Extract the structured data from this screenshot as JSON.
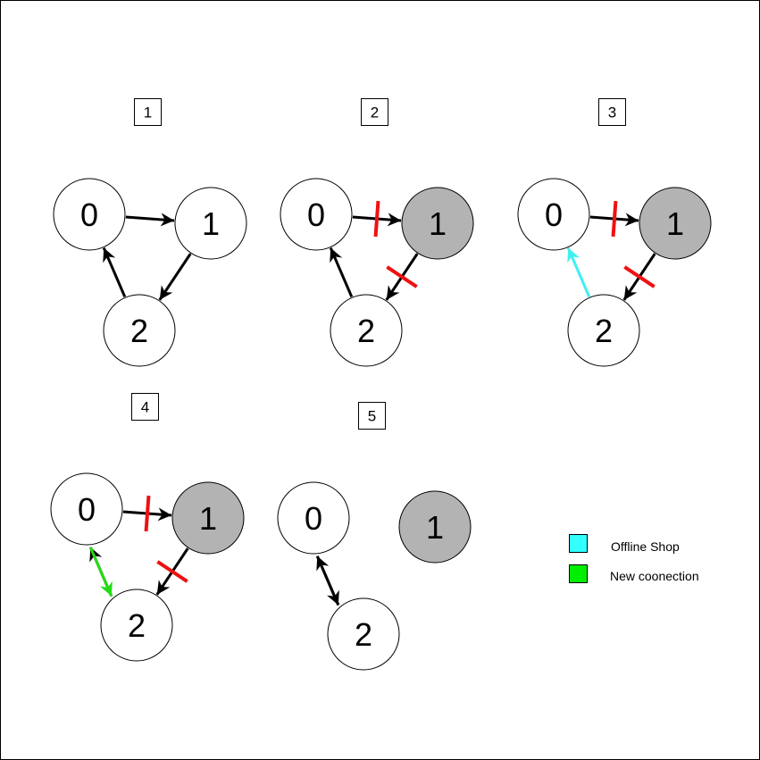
{
  "colors": {
    "edge": "#000000",
    "offline_edge": "#3ff0f0",
    "new_edge": "#22dd11",
    "cut": "#ee1111",
    "node_fill": "#ffffff",
    "node_offline_fill": "#b3b3b3",
    "legend_offline": "#33ffff",
    "legend_new": "#00ee00"
  },
  "panels": [
    {
      "label": "1",
      "nodes": [
        {
          "id": "0",
          "label": "0",
          "offline": false
        },
        {
          "id": "1",
          "label": "1",
          "offline": false
        },
        {
          "id": "2",
          "label": "2",
          "offline": false
        }
      ],
      "edges": [
        {
          "from": "0",
          "to": "1",
          "kind": "normal",
          "cut": false
        },
        {
          "from": "1",
          "to": "2",
          "kind": "normal",
          "cut": false
        },
        {
          "from": "2",
          "to": "0",
          "kind": "normal",
          "cut": false
        }
      ]
    },
    {
      "label": "2",
      "nodes": [
        {
          "id": "0",
          "label": "0",
          "offline": false
        },
        {
          "id": "1",
          "label": "1",
          "offline": true
        },
        {
          "id": "2",
          "label": "2",
          "offline": false
        }
      ],
      "edges": [
        {
          "from": "0",
          "to": "1",
          "kind": "normal",
          "cut": true
        },
        {
          "from": "1",
          "to": "2",
          "kind": "normal",
          "cut": true
        },
        {
          "from": "2",
          "to": "0",
          "kind": "normal",
          "cut": false
        }
      ]
    },
    {
      "label": "3",
      "nodes": [
        {
          "id": "0",
          "label": "0",
          "offline": false
        },
        {
          "id": "1",
          "label": "1",
          "offline": true
        },
        {
          "id": "2",
          "label": "2",
          "offline": false
        }
      ],
      "edges": [
        {
          "from": "0",
          "to": "1",
          "kind": "normal",
          "cut": true
        },
        {
          "from": "1",
          "to": "2",
          "kind": "normal",
          "cut": true
        },
        {
          "from": "2",
          "to": "0",
          "kind": "offline",
          "cut": false
        }
      ]
    },
    {
      "label": "4",
      "nodes": [
        {
          "id": "0",
          "label": "0",
          "offline": false
        },
        {
          "id": "1",
          "label": "1",
          "offline": true
        },
        {
          "id": "2",
          "label": "2",
          "offline": false
        }
      ],
      "edges": [
        {
          "from": "0",
          "to": "1",
          "kind": "normal",
          "cut": true
        },
        {
          "from": "1",
          "to": "2",
          "kind": "normal",
          "cut": true
        },
        {
          "from": "2",
          "to": "0",
          "kind": "normal",
          "cut": false
        },
        {
          "from": "0",
          "to": "2",
          "kind": "new",
          "cut": false
        }
      ]
    },
    {
      "label": "5",
      "nodes": [
        {
          "id": "0",
          "label": "0",
          "offline": false
        },
        {
          "id": "1",
          "label": "1",
          "offline": true
        },
        {
          "id": "2",
          "label": "2",
          "offline": false
        }
      ],
      "edges": [
        {
          "from": "0",
          "to": "2",
          "kind": "normal",
          "cut": false
        },
        {
          "from": "2",
          "to": "0",
          "kind": "normal",
          "cut": false
        }
      ]
    }
  ],
  "legend": [
    {
      "label": "Offline Shop",
      "color_key": "legend_offline"
    },
    {
      "label": "New coonection",
      "color_key": "legend_new"
    }
  ]
}
